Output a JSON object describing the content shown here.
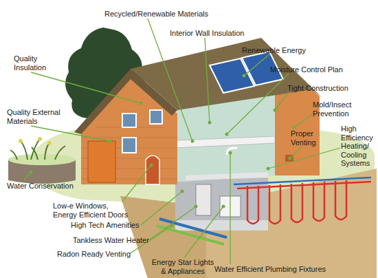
{
  "diagram": {
    "labels": [
      "Recycled/Renewable Materials",
      "Interior Wall Insulation",
      "Renewable Energy",
      "Quality Insulation",
      "Moisture Control Plan",
      "Tight Construction",
      "Mold/Insect Prevention",
      "Quality External Materials",
      "Proper Venting",
      "High Efficiency Heating/ Cooling Systems",
      "Water Conservation",
      "Low-e Windows, Energy Efficient Doors",
      "High Tech Amenities",
      "Tankless Water Heater",
      "Radon Ready Venting",
      "Energy Star Lights & Appliances",
      "Water Efficient Plumbing Fixtures"
    ]
  }
}
